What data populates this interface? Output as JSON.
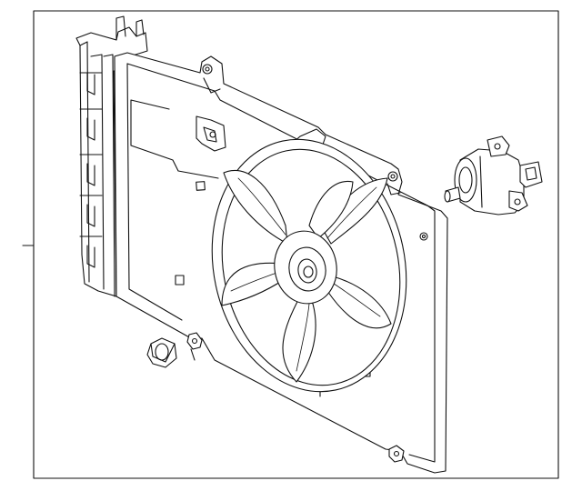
{
  "diagram": {
    "parts": [
      {
        "name": "fan-shroud",
        "icon": "shroud-frame"
      },
      {
        "name": "fan-blade",
        "icon": "fan-blade"
      },
      {
        "name": "fan-motor",
        "icon": "motor"
      },
      {
        "name": "hex-nut",
        "icon": "nut"
      }
    ],
    "colors": {
      "line": "#111111",
      "background": "#ffffff"
    }
  }
}
